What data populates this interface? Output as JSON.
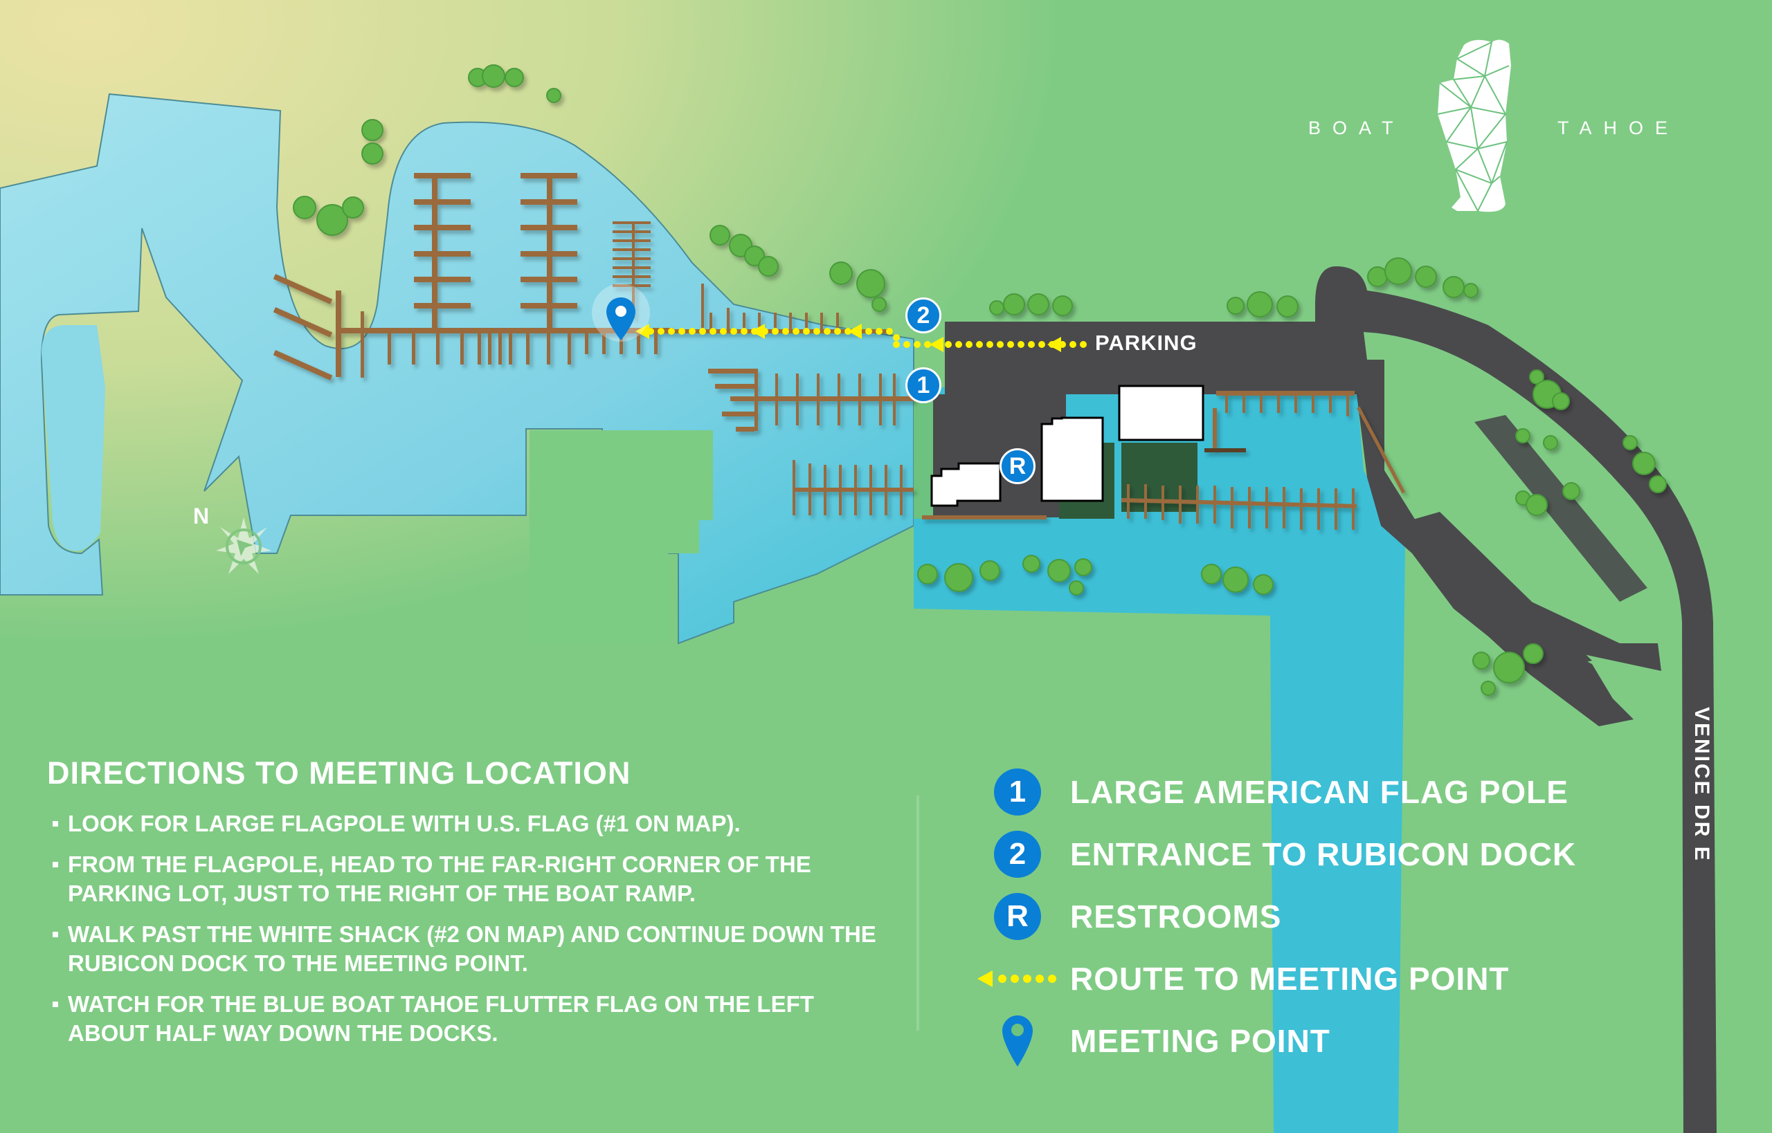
{
  "brand": {
    "left_word": "BOAT",
    "right_word": "TAHOE",
    "logo_icon": "lake-tahoe-polygon-logo-icon"
  },
  "map": {
    "parking_label": "PARKING",
    "compass_label": "N",
    "road_label": "VENICE DR E",
    "markers": [
      {
        "id": "1",
        "label": "1"
      },
      {
        "id": "2",
        "label": "2"
      },
      {
        "id": "R",
        "label": "R"
      }
    ],
    "meeting_point_icon": "map-pin-icon",
    "colors": {
      "water": "#86d6e6",
      "water_deep": "#3dbfd6",
      "grass": "#6cc27e",
      "sand": "#e4e2a8",
      "dock": "#9a6a3e",
      "asphalt": "#4a4a4c",
      "route": "#fff200",
      "marker": "#0a7fd6",
      "tree": "#5fb546"
    }
  },
  "directions": {
    "title": "DIRECTIONS TO MEETING LOCATION",
    "steps": [
      "LOOK FOR LARGE FLAGPOLE WITH U.S. FLAG (#1 ON MAP).",
      "FROM THE FLAGPOLE, HEAD TO THE FAR-RIGHT CORNER OF THE PARKING LOT, JUST TO THE RIGHT OF THE BOAT RAMP.",
      "WALK PAST THE WHITE SHACK (#2 ON MAP) AND CONTINUE DOWN THE RUBICON DOCK TO THE MEETING POINT.",
      "WATCH FOR THE BLUE BOAT TAHOE FLUTTER FLAG ON THE LEFT ABOUT HALF WAY DOWN THE DOCKS."
    ]
  },
  "legend": {
    "items": [
      {
        "symbol": "1",
        "icon": "number-1-marker-icon",
        "label": "LARGE AMERICAN FLAG POLE"
      },
      {
        "symbol": "2",
        "icon": "number-2-marker-icon",
        "label": "ENTRANCE TO RUBICON DOCK"
      },
      {
        "symbol": "R",
        "icon": "restroom-marker-icon",
        "label": "RESTROOMS"
      },
      {
        "symbol": "",
        "icon": "dotted-route-arrow-icon",
        "label": "ROUTE TO MEETING POINT"
      },
      {
        "symbol": "",
        "icon": "map-pin-icon",
        "label": "MEETING POINT"
      }
    ]
  }
}
